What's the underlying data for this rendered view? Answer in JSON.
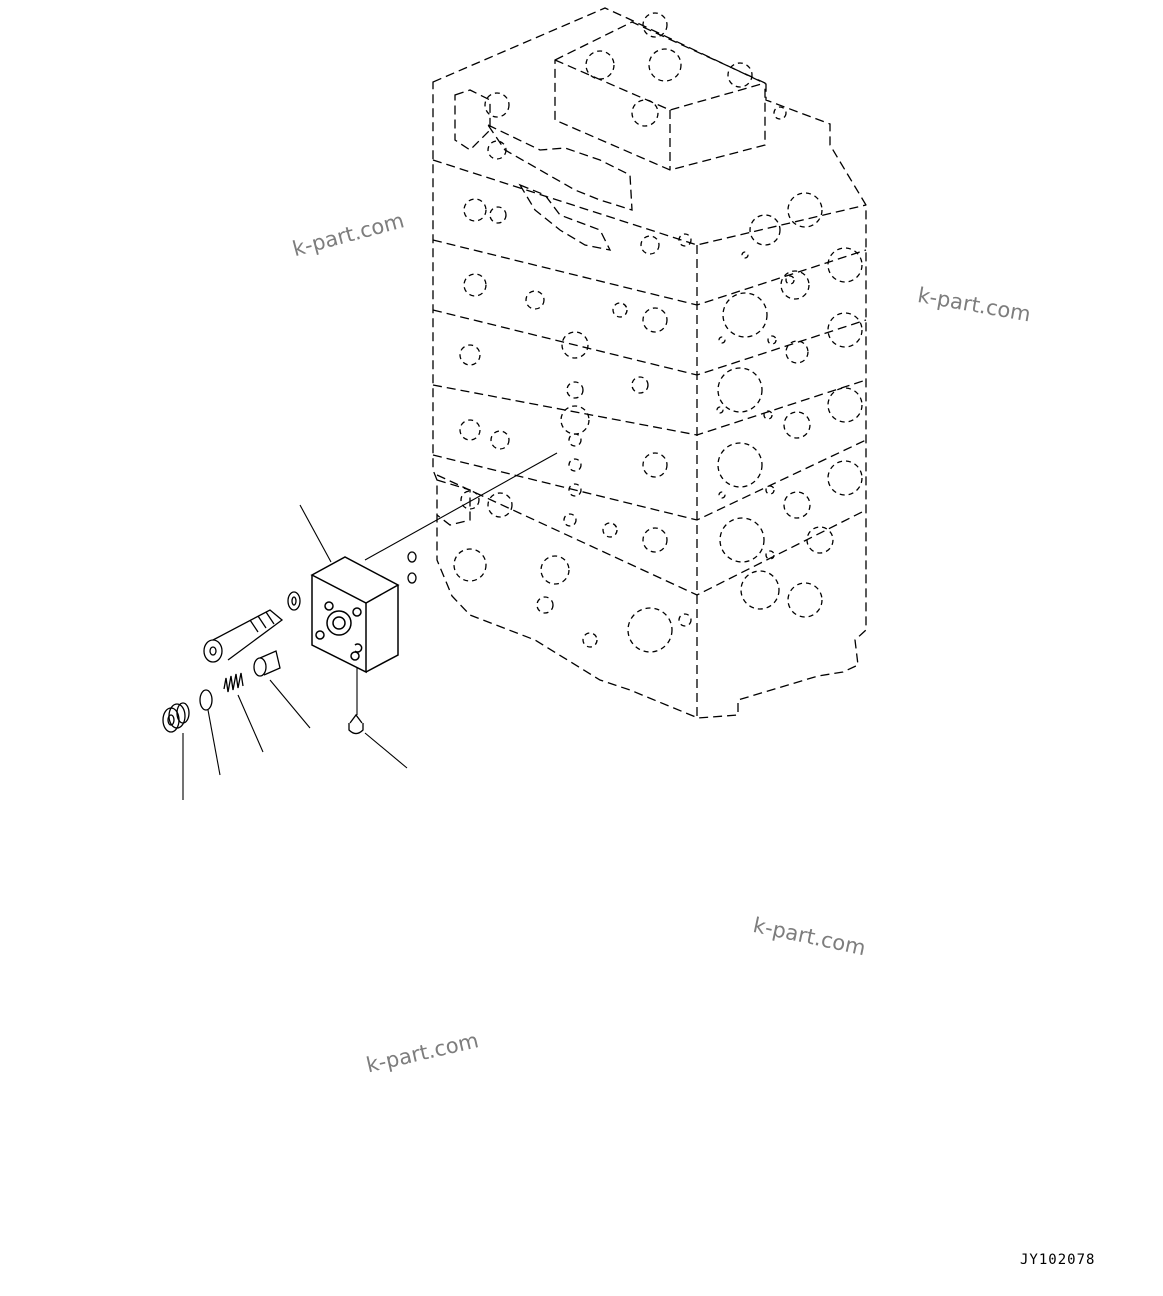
{
  "diagram": {
    "watermarks": [
      "k-part.com",
      "k-part.com",
      "k-part.com",
      "k-part.com"
    ],
    "figure_code": "JY102078",
    "colors": {
      "line": "#000000",
      "watermark": "#7d7d7d",
      "background": "#ffffff"
    }
  }
}
